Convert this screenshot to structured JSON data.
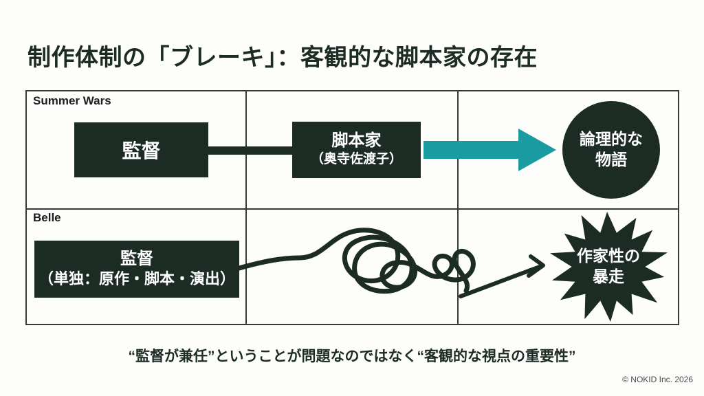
{
  "title": "制作体制の「ブレーキ」：客観的な脚本家の存在",
  "rows": [
    {
      "label": "Summer Wars",
      "director": "監督",
      "writer": {
        "role": "脚本家",
        "name": "（奥寺佐渡子）"
      },
      "outcome": {
        "line1": "論理的な",
        "line2": "物語"
      }
    },
    {
      "label": "Belle",
      "director": {
        "line1": "監督",
        "line2": "（単独：原作・脚本・演出）"
      },
      "outcome": {
        "line1": "作家性の",
        "line2": "暴走"
      }
    }
  ],
  "tagline": "“監督が兼任”ということが問題なのではなく“客観的な視点の重要性”",
  "copyright": "© NOKID Inc. 2026",
  "colors": {
    "ink": "#1c2b24",
    "teal": "#1a9aa1",
    "border": "#343a36",
    "background": "#fdfdfc"
  },
  "icons": {
    "flow_arrow": "right-arrow-icon",
    "chaos_line": "tangled-scribble-icon",
    "chaos_arrow": "curved-arrow-icon",
    "outcome_good_shape": "circle-shape",
    "outcome_bad_shape": "starburst-shape"
  }
}
